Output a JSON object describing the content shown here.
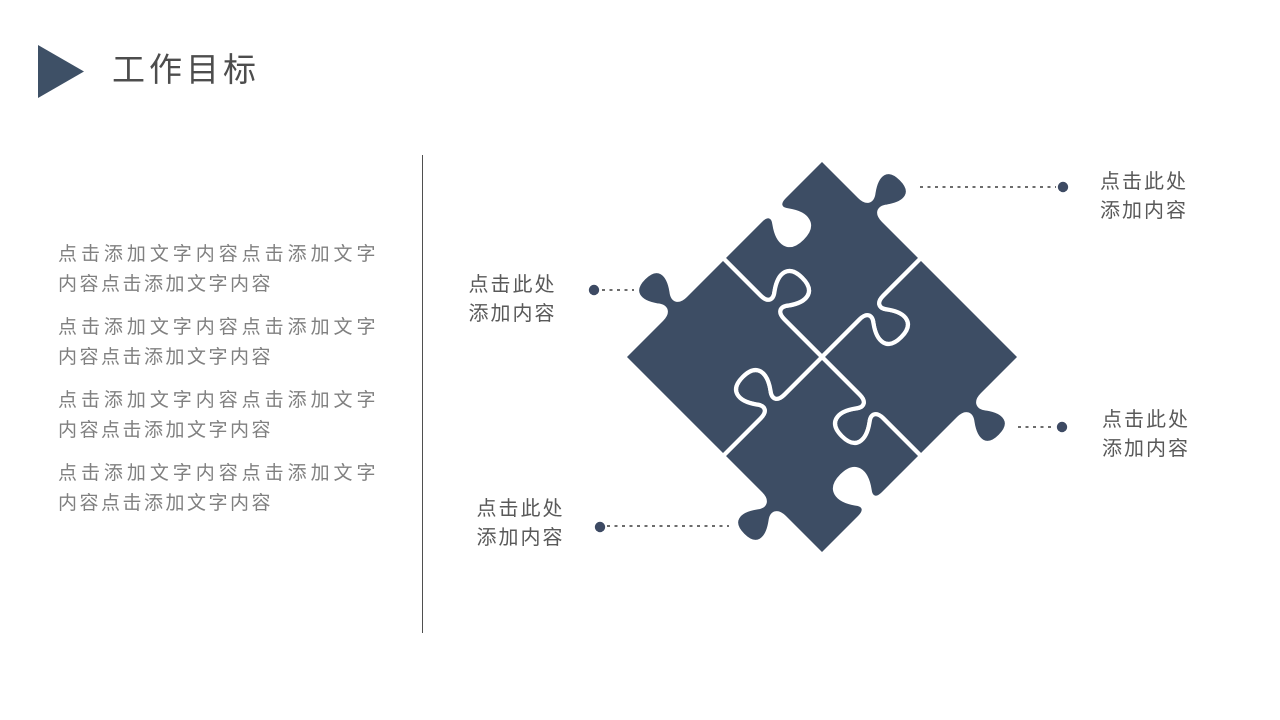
{
  "slide": {
    "title": "工作目标"
  },
  "left_panel": {
    "paragraphs": [
      "点击添加文字内容点击添加文字内容点击添加文字内容",
      "点击添加文字内容点击添加文字内容点击添加文字内容",
      "点击添加文字内容点击添加文字内容点击添加文字内容",
      "点击添加文字内容点击添加文字内容点击添加文字内容"
    ]
  },
  "diagram": {
    "type": "puzzle-4-pieces",
    "labels": [
      {
        "position": "top-right",
        "line1": "点击此处",
        "line2": "添加内容"
      },
      {
        "position": "left",
        "line1": "点击此处",
        "line2": "添加内容"
      },
      {
        "position": "right",
        "line1": "点击此处",
        "line2": "添加内容"
      },
      {
        "position": "bottom-left",
        "line1": "点击此处",
        "line2": "添加内容"
      }
    ],
    "colors": {
      "puzzle_fill": "#3d4d64",
      "accent_triangle": "#3e5066",
      "body_text": "#808080",
      "label_text": "#595959",
      "connector": "#3c3c3c"
    },
    "icons": [
      "title-pointer-icon"
    ]
  }
}
